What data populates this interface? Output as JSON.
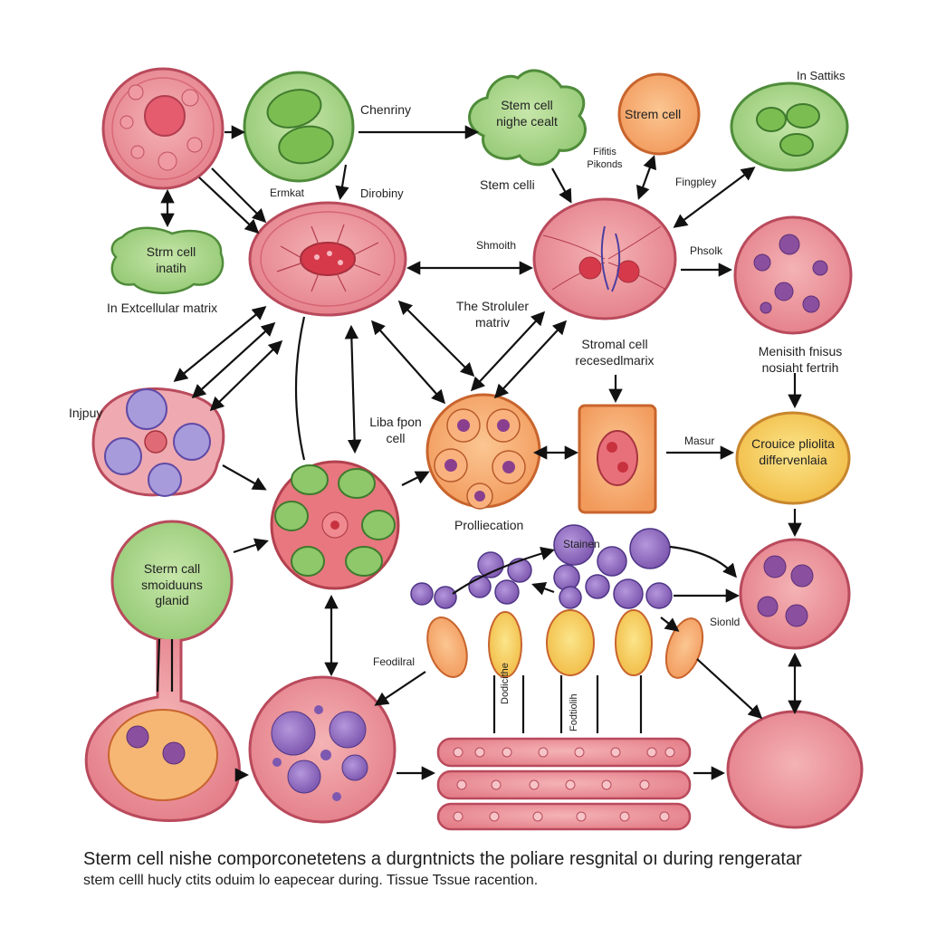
{
  "labels": {
    "chenriny": "Chenriny",
    "stem_niche_blob": "Stem cell nighe cealt",
    "strem_cell": "Strem cell",
    "in_sattiks": "In Sattiks",
    "ermkat": "Ermkat",
    "dirobiny": "Dirobiny",
    "stem_celli": "Stem celli",
    "fifitis_pikonds": "Fifitis Pikonds",
    "fingpley": "Fingpley",
    "strm_cell_inatih": "Strm cell inatih",
    "shmoith": "Shmoith",
    "phsolk": "Phsolk",
    "in_extcellular": "In Extcellular matrix",
    "the_stroluler": "The Stroluler matriv",
    "stromal_cell": "Stromal cell recesedlmarix",
    "menisith": "Menisith fnisus nosiaht fertrih",
    "injpuy": "Injpuy",
    "liba_fpon": "Liba fpon cell",
    "masur": "Masur",
    "crouice": "Crouice pliolita differvenlaia",
    "proliecation": "Prolliecation",
    "sterm_call": "Sterm call smoiduuns glanid",
    "stainen": "Stainen",
    "sionld": "Sionld",
    "feodilral": "Feodilral",
    "dodicithe": "Dodicithe",
    "fodtiolih": "Fodtiolih"
  },
  "caption": {
    "line1": "Sterm cell nishe comporconetetens a durgntnicts the poliare resgnital oı during rengeratar",
    "line2": "stem celll hucly ctits oduim lo eapecear during. Tissue Tssue racention."
  },
  "colors": {
    "pink_cell": "#e8868f",
    "green_cell": "#9fd07f",
    "orange_cell": "#f5a467",
    "purple_nucleus": "#8c5fb3",
    "yellow_cell": "#f2c04f"
  }
}
